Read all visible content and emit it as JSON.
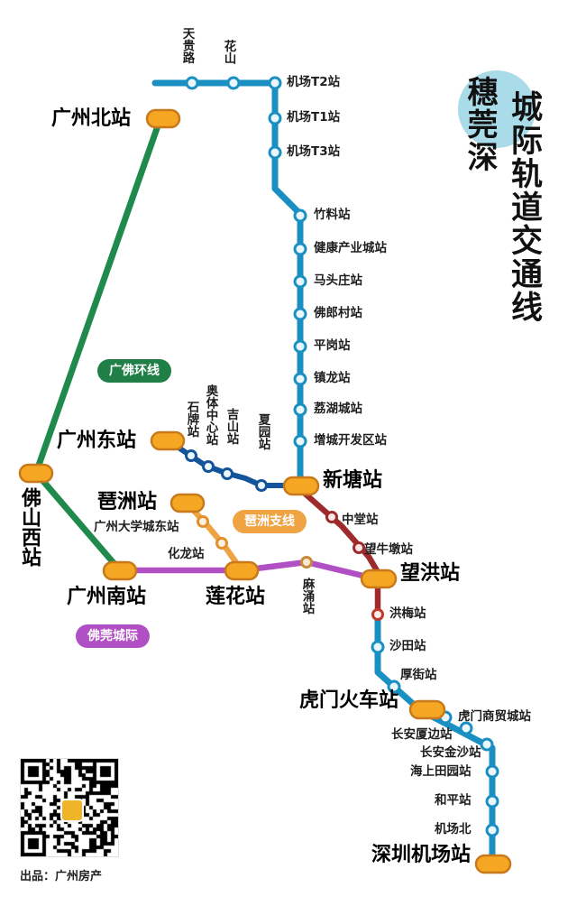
{
  "title": {
    "left": "穗莞深",
    "right": "城际轨道交通线"
  },
  "legend": [
    {
      "id": "gfhx",
      "label": "广佛环线",
      "color": "#1f7f46"
    },
    {
      "id": "pzzx",
      "label": "琶洲支线",
      "color": "#f0a342"
    },
    {
      "id": "fgcj",
      "label": "佛莞城际",
      "color": "#b14fc4"
    }
  ],
  "colors": {
    "blue": "#1a8fc1",
    "dark_blue": "#13549a",
    "green": "#1f8a4c",
    "orange": "#f0a342",
    "purple": "#b14fc4",
    "red": "#9e2a2b",
    "interchange_fill": "#f5a623",
    "interchange_stroke": "#c8791b",
    "station_fill": "#eaf6fb",
    "title_blob": "#a9dbe8"
  },
  "stations": {
    "airport_branch": [
      {
        "name": "天贵路",
        "type": "normal",
        "orient": "v",
        "line": "blue"
      },
      {
        "name": "花山",
        "type": "normal",
        "orient": "v",
        "line": "blue"
      },
      {
        "name": "机场T2站",
        "type": "normal",
        "orient": "h",
        "line": "blue"
      },
      {
        "name": "机场T1站",
        "type": "normal",
        "orient": "h",
        "line": "blue"
      },
      {
        "name": "机场T3站",
        "type": "normal",
        "orient": "h",
        "line": "blue"
      }
    ],
    "blue_trunk_north": [
      {
        "name": "竹料站",
        "type": "normal",
        "orient": "h",
        "line": "blue"
      },
      {
        "name": "健康产业城站",
        "type": "normal",
        "orient": "h",
        "line": "blue"
      },
      {
        "name": "马头庄站",
        "type": "normal",
        "orient": "h",
        "line": "blue"
      },
      {
        "name": "佛郎村站",
        "type": "normal",
        "orient": "h",
        "line": "blue"
      },
      {
        "name": "平岗站",
        "type": "normal",
        "orient": "h",
        "line": "blue"
      },
      {
        "name": "镇龙站",
        "type": "normal",
        "orient": "h",
        "line": "blue"
      },
      {
        "name": "荔湖城站",
        "type": "normal",
        "orient": "h",
        "line": "blue"
      },
      {
        "name": "增城开发区站",
        "type": "normal",
        "orient": "h",
        "line": "blue"
      }
    ],
    "guangfo_ring": [
      {
        "name": "石牌站",
        "type": "normal",
        "orient": "v",
        "line": "dark_blue"
      },
      {
        "name": "奥体中心站",
        "type": "normal",
        "orient": "v",
        "line": "dark_blue"
      },
      {
        "name": "吉山站",
        "type": "normal",
        "orient": "v",
        "line": "dark_blue"
      },
      {
        "name": "夏园站",
        "type": "normal",
        "orient": "v",
        "line": "dark_blue"
      }
    ],
    "pazhou_branch": [
      {
        "name": "广州大学城东站",
        "type": "normal",
        "orient": "h",
        "line": "orange"
      },
      {
        "name": "化龙站",
        "type": "normal",
        "orient": "h",
        "line": "orange"
      }
    ],
    "foguan_line": [
      {
        "name": "麻涌站",
        "type": "normal",
        "orient": "v",
        "line": "purple"
      }
    ],
    "red_branch": [
      {
        "name": "中堂站",
        "type": "normal",
        "orient": "h",
        "line": "red"
      },
      {
        "name": "望牛墩站",
        "type": "normal",
        "orient": "h",
        "line": "red"
      },
      {
        "name": "洪梅站",
        "type": "normal",
        "orient": "h",
        "line": "red"
      }
    ],
    "blue_trunk_south": [
      {
        "name": "沙田站",
        "type": "normal",
        "orient": "h",
        "line": "blue"
      },
      {
        "name": "厚街站",
        "type": "normal",
        "orient": "h",
        "line": "blue"
      },
      {
        "name": "虎门商贸城站",
        "type": "normal",
        "orient": "h",
        "line": "blue"
      },
      {
        "name": "长安厦边站",
        "type": "normal",
        "orient": "h",
        "line": "blue"
      },
      {
        "name": "长安金沙站",
        "type": "normal",
        "orient": "h",
        "line": "blue"
      },
      {
        "name": "海上田园站",
        "type": "normal",
        "orient": "h",
        "line": "blue"
      },
      {
        "name": "和平站",
        "type": "normal",
        "orient": "h",
        "line": "blue"
      },
      {
        "name": "机场北",
        "type": "normal",
        "orient": "h",
        "line": "blue"
      }
    ],
    "interchanges": [
      {
        "name": "广州北站",
        "orient": "h"
      },
      {
        "name": "广州东站",
        "orient": "h"
      },
      {
        "name": "佛山西站",
        "orient": "v"
      },
      {
        "name": "琶洲站",
        "orient": "h"
      },
      {
        "name": "广州南站",
        "orient": "h"
      },
      {
        "name": "莲花站",
        "orient": "h"
      },
      {
        "name": "新塘站",
        "orient": "h"
      },
      {
        "name": "望洪站",
        "orient": "h"
      },
      {
        "name": "虎门火车站",
        "orient": "h"
      },
      {
        "name": "深圳机场站",
        "orient": "h"
      }
    ]
  },
  "footer": {
    "qr_caption": "出品：广州房产",
    "qr_name": "qr-code"
  }
}
